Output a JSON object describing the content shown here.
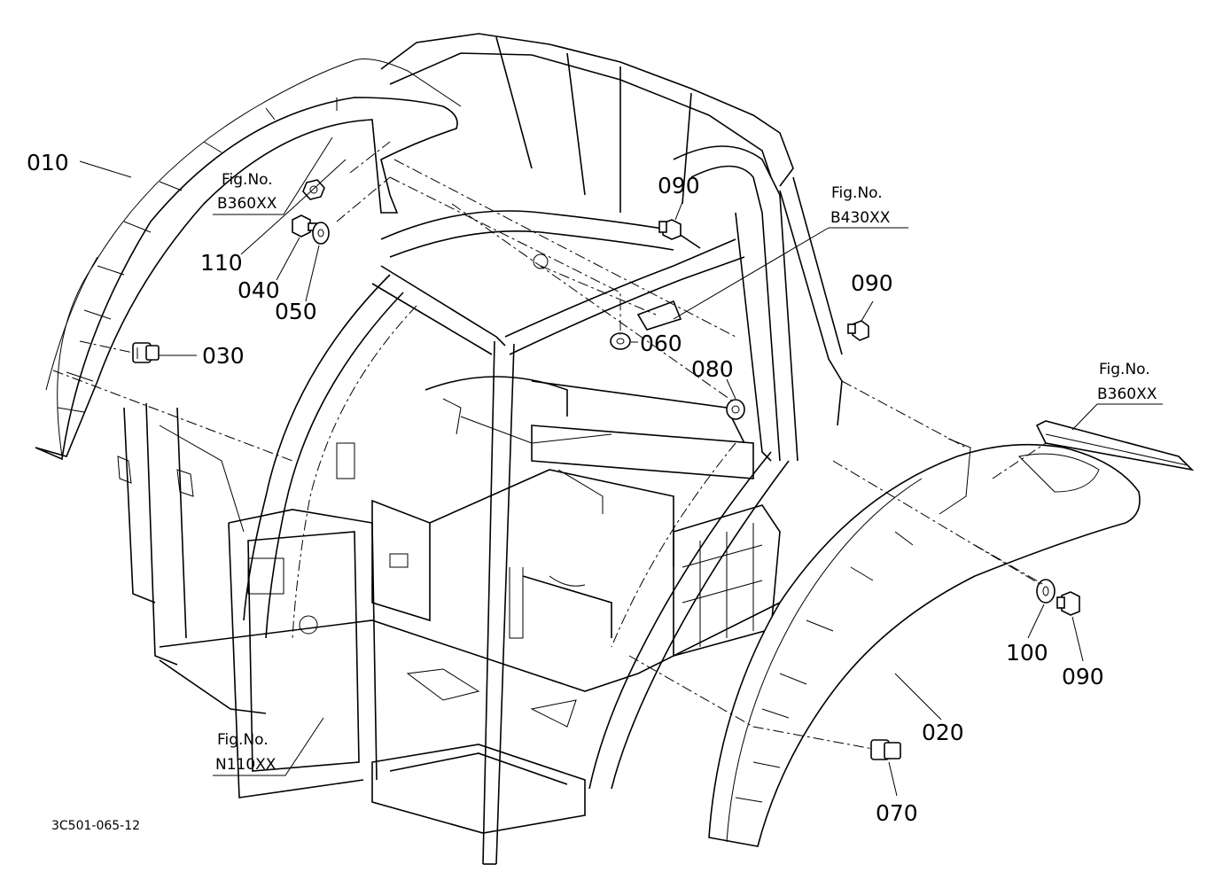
{
  "callouts": {
    "p010": "010",
    "p020": "020",
    "p030": "030",
    "p040": "040",
    "p050": "050",
    "p060": "060",
    "p070": "070",
    "p080": "080",
    "p090a": "090",
    "p090b": "090",
    "p090c": "090",
    "p100": "100",
    "p110": "110"
  },
  "fig_refs": {
    "b360_left": {
      "caption": "Fig.No.",
      "code": "B360XX"
    },
    "b430": {
      "caption": "Fig.No.",
      "code": "B430XX"
    },
    "b360_right": {
      "caption": "Fig.No.",
      "code": "B360XX"
    },
    "n110": {
      "caption": "Fig.No.",
      "code": "N110XX"
    }
  },
  "drawing_id": "3C501-065-12"
}
